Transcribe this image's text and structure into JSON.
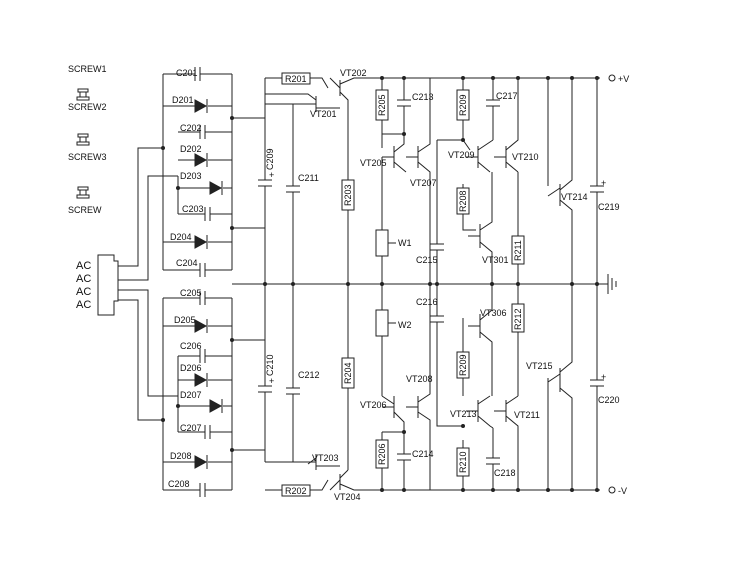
{
  "screws": [
    "SCREW1",
    "SCREW2",
    "SCREW3",
    "SCREW"
  ],
  "ac_labels": [
    "AC",
    "AC",
    "AC",
    "AC"
  ],
  "caps": {
    "C201": "C201",
    "C202": "C202",
    "C203": "C203",
    "C204": "C204",
    "C205": "C205",
    "C206": "C206",
    "C207": "C207",
    "C208": "C208",
    "C209": "C209",
    "C210": "C210",
    "C211": "C211",
    "C212": "C212",
    "C213": "C213",
    "C214": "C214",
    "C215": "C215",
    "C216": "C216",
    "C217": "C217",
    "C218": "C218",
    "C219": "C219",
    "C220": "C220"
  },
  "diodes": {
    "D201": "D201",
    "D202": "D202",
    "D203": "D203",
    "D204": "D204",
    "D205": "D205",
    "D206": "D206",
    "D207": "D207",
    "D208": "D208"
  },
  "resistors": {
    "R201": "R201",
    "R202": "R202",
    "R203": "R203",
    "R204": "R204",
    "R205": "R205",
    "R206": "R206",
    "R208": "R208",
    "R209": "R209",
    "R210": "R210",
    "R211": "R211",
    "R212": "R212"
  },
  "transistors": {
    "VT201": "VT201",
    "VT202": "VT202",
    "VT203": "VT203",
    "VT204": "VT204",
    "VT205": "VT205",
    "VT206": "VT206",
    "VT207": "VT207",
    "VT208": "VT208",
    "VT209": "VT209",
    "VT210": "VT210",
    "VT211": "VT211",
    "VT213": "VT213",
    "VT214": "VT214",
    "VT215": "VT215",
    "VT301": "VT301",
    "VT306": "VT306"
  },
  "pots": {
    "W1": "W1",
    "W2": "W2"
  },
  "supply": {
    "pos": "+V",
    "neg": "-V"
  },
  "colors": {
    "line": "#222222",
    "background": "#ffffff"
  },
  "icons": {
    "screw": "screw-terminal-icon",
    "ground": "ground-icon"
  }
}
